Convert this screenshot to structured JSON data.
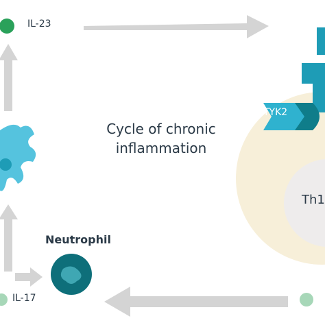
{
  "labels": {
    "il23": "IL-23",
    "il17": "IL-17",
    "neutrophil": "Neutrophil",
    "cycle_line1": "Cycle of chronic",
    "cycle_line2": "inflammation",
    "tyk2": "TYK2",
    "th1": "Th1"
  },
  "colors": {
    "il23_dot": "#2aa15a",
    "il17_dot": "#a7d7b8",
    "dendritic_cell": "#55c3de",
    "neutrophil_cell": "#0e6f7a",
    "tyk2_left": "#2fb2cf",
    "tyk2_right": "#0f7d8a",
    "receptor": "#1e9cb6",
    "th1_outer": "#f7efd9",
    "th1_nucleus": "#eeecec",
    "arrow": "#d4d4d4",
    "text": "#2b3a47"
  }
}
